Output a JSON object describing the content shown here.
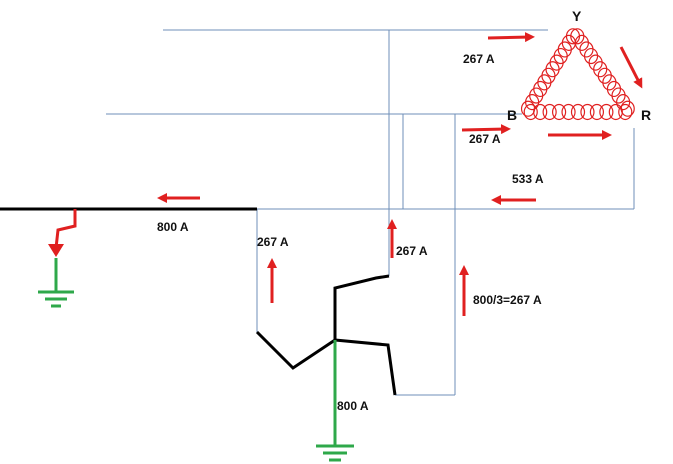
{
  "colors": {
    "wire": "#6f8fb8",
    "conductor": "#000000",
    "ground": "#2ea84a",
    "current_arrow": "#e02020",
    "coil": "#e02020"
  },
  "nodes": {
    "y": "Y",
    "r": "R",
    "b": "B"
  },
  "labels": {
    "line_y_current": "267 A",
    "line_b_current": "267 A",
    "return_current": "533 A",
    "fault_current": "800 A",
    "left_leg_current": "267 A",
    "middle_leg_current": "267 A",
    "right_leg_current": "800/3=267 A",
    "neutral_current": "800 A"
  }
}
